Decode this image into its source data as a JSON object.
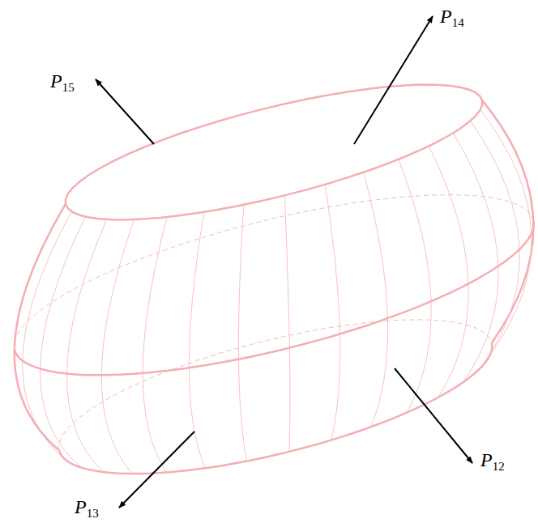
{
  "diagram": {
    "labels": [
      "P14",
      "P15",
      "P12",
      "P13"
    ]
  }
}
